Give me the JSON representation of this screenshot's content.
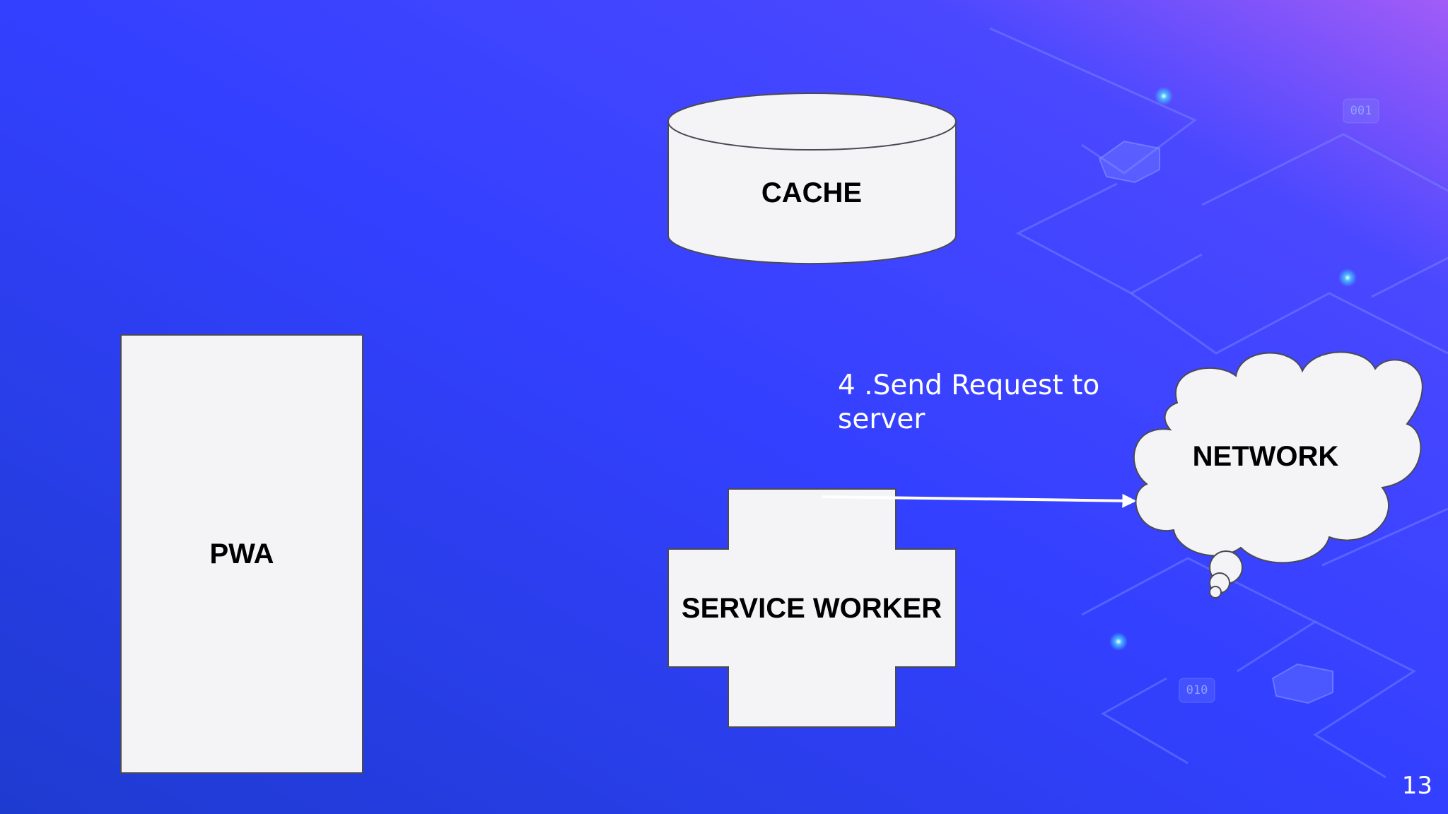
{
  "slide": {
    "page_number": "13",
    "background": {
      "gradient_start": "#1e3bd0",
      "gradient_mid": "#3340ff",
      "gradient_end": "#a15cf7",
      "circuit_line_color": "#7f8cff",
      "glow_dot_color": "#46b8ff",
      "tags": [
        "001",
        "010"
      ]
    }
  },
  "diagram": {
    "shape_fill": "#f4f4f7",
    "shape_stroke": "#4a4a55",
    "arrow_color": "#ffffff",
    "pwa": {
      "label": "PWA",
      "shape": "rectangle"
    },
    "cache": {
      "label": "CACHE",
      "shape": "cylinder"
    },
    "service_worker": {
      "label": "SERVICE WORKER",
      "shape": "cross"
    },
    "network": {
      "label": "NETWORK",
      "shape": "thought-cloud"
    },
    "step": {
      "line1": "4 .Send Request to",
      "line2": "server",
      "from": "service_worker",
      "to": "network"
    }
  }
}
